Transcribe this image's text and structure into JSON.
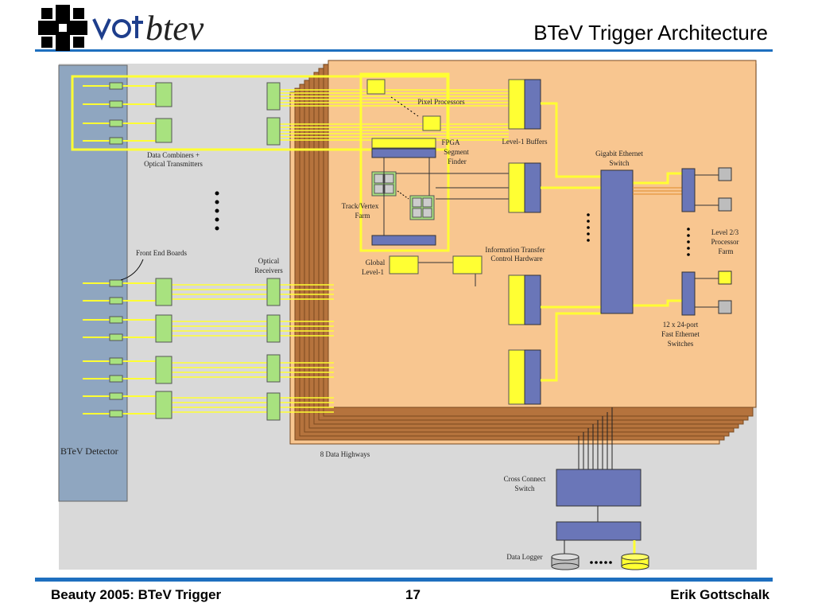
{
  "header": {
    "title": "BTeV Trigger Architecture",
    "logo_text": "btev"
  },
  "diagram": {
    "detector_label": "BTeV Detector",
    "data_combiners_label_1": "Data Combiners +",
    "data_combiners_label_2": "Optical Transmitters",
    "front_end_boards_label": "Front End Boards",
    "optical_receivers_label_1": "Optical",
    "optical_receivers_label_2": "Receivers",
    "pixel_processors_label": "Pixel Processors",
    "fpga_label_1": "FPGA",
    "fpga_label_2": "Segment",
    "fpga_label_3": "Finder",
    "track_vertex_label_1": "Track/Vertex",
    "track_vertex_label_2": "Farm",
    "global_level1_label_1": "Global",
    "global_level1_label_2": "Level-1",
    "info_transfer_label_1": "Information Transfer",
    "info_transfer_label_2": "Control Hardware",
    "level1_buffers_label": "Level-1 Buffers",
    "gigabit_label_1": "Gigabit Ethernet",
    "gigabit_label_2": "Switch",
    "level23_label_1": "Level 2/3",
    "level23_label_2": "Processor",
    "level23_label_3": "Farm",
    "fast_ethernet_label_1": "12 x 24-port",
    "fast_ethernet_label_2": "Fast Ethernet",
    "fast_ethernet_label_3": "Switches",
    "data_highways_label": "8 Data Highways",
    "cross_connect_label_1": "Cross Connect",
    "cross_connect_label_2": "Switch",
    "data_logger_label": "Data Logger"
  },
  "footer": {
    "left": "Beauty 2005:  BTeV Trigger",
    "page_number": "17",
    "author": "Erik Gottschalk"
  },
  "colors": {
    "rule_blue": "#1e6fbf",
    "canvas_gray": "#d9d9d9",
    "detector_blue": "#8fa6c0",
    "highway_tan": "#f8c690",
    "highway_brown": "#b5733d",
    "fiber_yellow": "#ffff33",
    "board_green": "#a8e27f",
    "switch_blue": "#6a76b8"
  }
}
